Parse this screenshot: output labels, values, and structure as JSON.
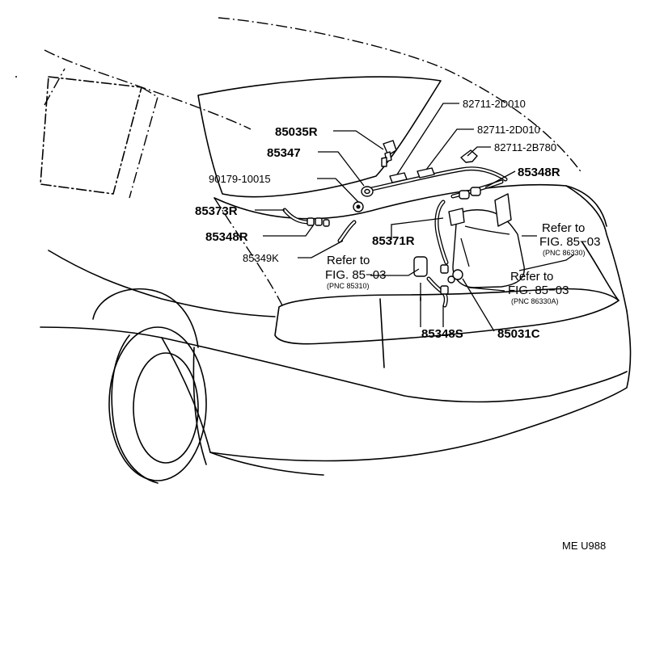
{
  "callouts": {
    "p85035r": "85035R",
    "p85347": "85347",
    "p90179": "90179-10015",
    "p85373r": "85373R",
    "p85348r_left": "85348R",
    "p85349k": "85349K",
    "p82711_2d010_a": "82711-2D010",
    "p82711_2d010_b": "82711-2D010",
    "p82711_2b780": "82711-2B780",
    "p85348r_right": "85348R",
    "p85371r": "85371R",
    "p85348s": "85348S",
    "p85031c": "85031C"
  },
  "references": {
    "ref_86330": {
      "line1": "Refer to",
      "line2": "FIG. 85−03",
      "pnc": "(PNC 86330)"
    },
    "ref_86330a": {
      "line1": "Refer to",
      "line2": "FIG. 85−03",
      "pnc": "(PNC 86330A)"
    },
    "ref_85310": {
      "line1": "Refer to",
      "line2": "FIG. 85−03",
      "pnc": "(PNC 85310)"
    }
  },
  "drawing_code": "ME U988"
}
